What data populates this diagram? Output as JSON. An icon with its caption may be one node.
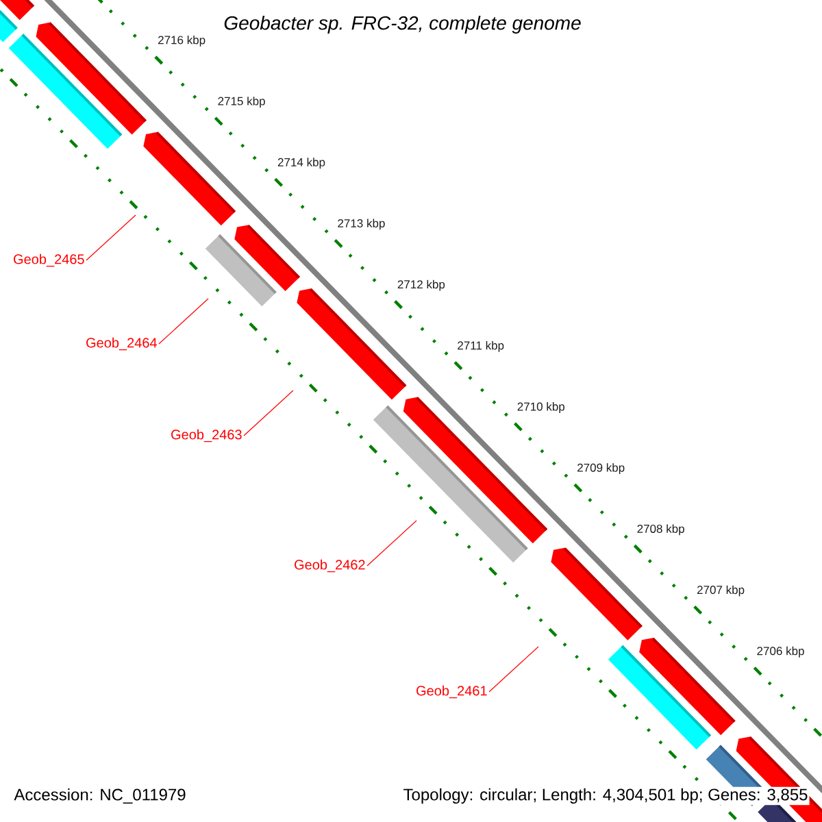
{
  "diagram": {
    "title": "Geobacter sp. FRC-32, complete genome",
    "nodes": [
      {
        "text": [
          "Geob_2465"
        ]
      },
      {
        "text": [
          "Geob_2464"
        ]
      },
      {
        "text": [
          "Geob_2463"
        ]
      },
      {
        "text": [
          "Geob_2462"
        ]
      },
      {
        "text": [
          "Geob_2461"
        ]
      }
    ],
    "edges": [
      {
        "from": 0,
        "to": null,
        "arrow": "none"
      },
      {
        "from": 1,
        "to": null,
        "arrow": "none"
      },
      {
        "from": 2,
        "to": null,
        "arrow": "none"
      },
      {
        "from": 3,
        "to": null,
        "arrow": "none"
      },
      {
        "from": 4,
        "to": null,
        "arrow": "none"
      }
    ],
    "labels": [
      "2716 kbp",
      "2715 kbp",
      "2714 kbp",
      "2713 kbp",
      "2712 kbp",
      "2711 kbp",
      "2710 kbp",
      "2709 kbp",
      "2708 kbp",
      "2707 kbp",
      "2706 kbp",
      "Accession: NC_011979",
      "Topology: circular; Length: 4,304,501 bp; Genes: 3,855"
    ]
  }
}
